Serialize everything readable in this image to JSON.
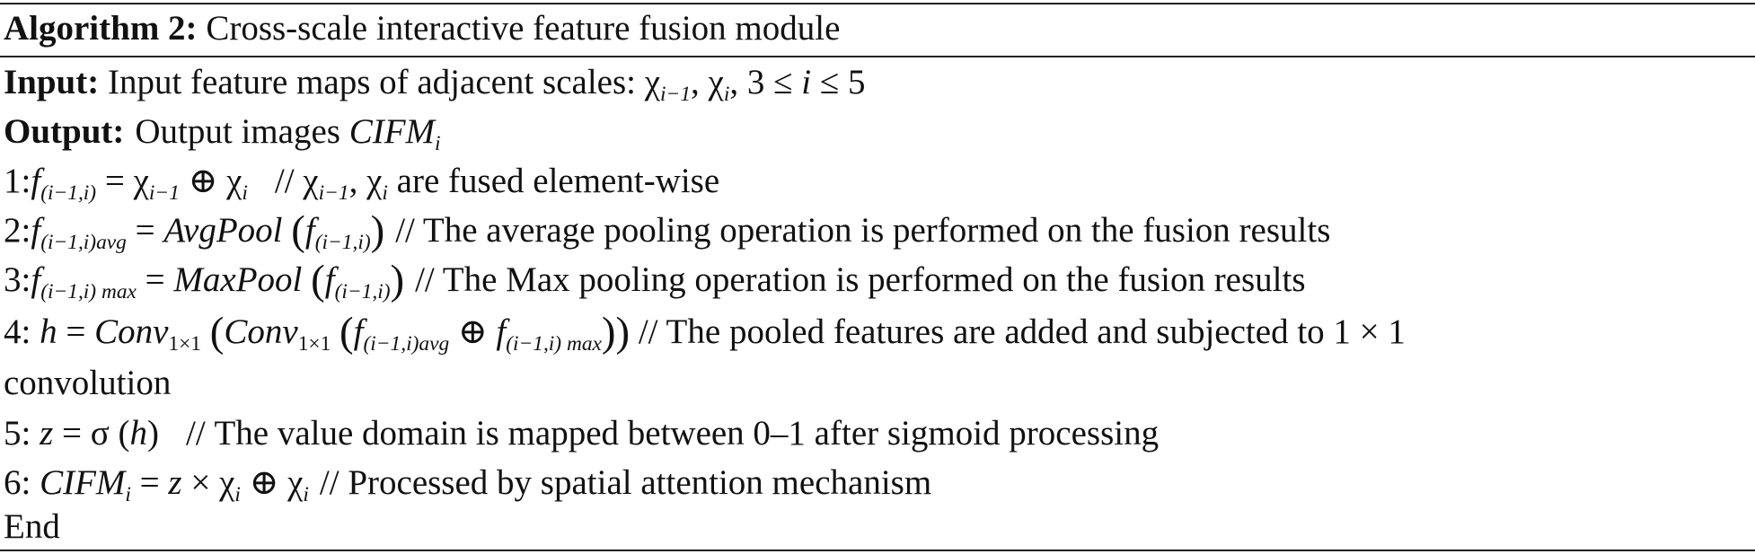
{
  "algorithm": {
    "label": "Algorithm 2:",
    "title": "Cross-scale interactive feature fusion module"
  },
  "input": {
    "label": "Input:",
    "text": "Input feature maps of adjacent scales: χ",
    "sub1": "i−1",
    "sep1": ", χ",
    "sub2": "i",
    "cond_pre": ", 3 ≤ ",
    "cond_var": "i",
    "cond_post": " ≤ 5"
  },
  "output": {
    "label": "Output:",
    "text": "Output images",
    "var": "CIFM",
    "sub": "i"
  },
  "steps": [
    {
      "num": "1:",
      "f": "f",
      "fsub": "(i−1,i)",
      "eq": " = χ",
      "s1": "i−1",
      "op": " ⊕ χ",
      "s2": "i",
      "comment_pre": "//  χ",
      "cs1": "i−1",
      "csep": ", χ",
      "cs2": "i",
      "comment": " are fused element-wise"
    },
    {
      "num": "2:",
      "f": "f",
      "fsub": "(i−1,i)avg",
      "eq": " = ",
      "fn": "AvgPool",
      "lp": "(",
      "arg": "f",
      "argsub": "(i−1,i)",
      "rp": ")",
      "comment": "//  The average pooling operation is performed on the fusion results"
    },
    {
      "num": "3:",
      "f": "f",
      "fsub": "(i−1,i) max",
      "eq": " = ",
      "fn": "MaxPool",
      "lp": "(",
      "arg": "f",
      "argsub": "(i−1,i)",
      "rp": ")",
      "comment": "//  The Max pooling operation is performed on the fusion results"
    },
    {
      "num": "4:",
      "var": "h",
      "eq": " = ",
      "fn1": "Conv",
      "fn1sub": "1×1",
      "lp1": "(",
      "fn2": "Conv",
      "fn2sub": "1×1",
      "lp2": "(",
      "a1": "f",
      "a1sub": "(i−1,i)avg",
      "plus": " ⊕ ",
      "a2": "f",
      "a2sub": "(i−1,i) max",
      "rp": "))",
      "comment": " // The pooled features are added and subjected to 1 × 1",
      "continuation": "convolution"
    },
    {
      "num": "5:",
      "var": "z",
      "eq": " = σ (",
      "arg": "h",
      "rp": ")",
      "comment": "//  The value domain is mapped between 0–1 after sigmoid processing"
    },
    {
      "num": "6:",
      "var": "CIFM",
      "varsub": "i",
      "eq": " = ",
      "z": "z",
      "mul": " × χ",
      "s1": "i",
      "op": " ⊕ χ",
      "s2": "i",
      "comment": "//  Processed by spatial attention mechanism"
    }
  ],
  "end": "End"
}
